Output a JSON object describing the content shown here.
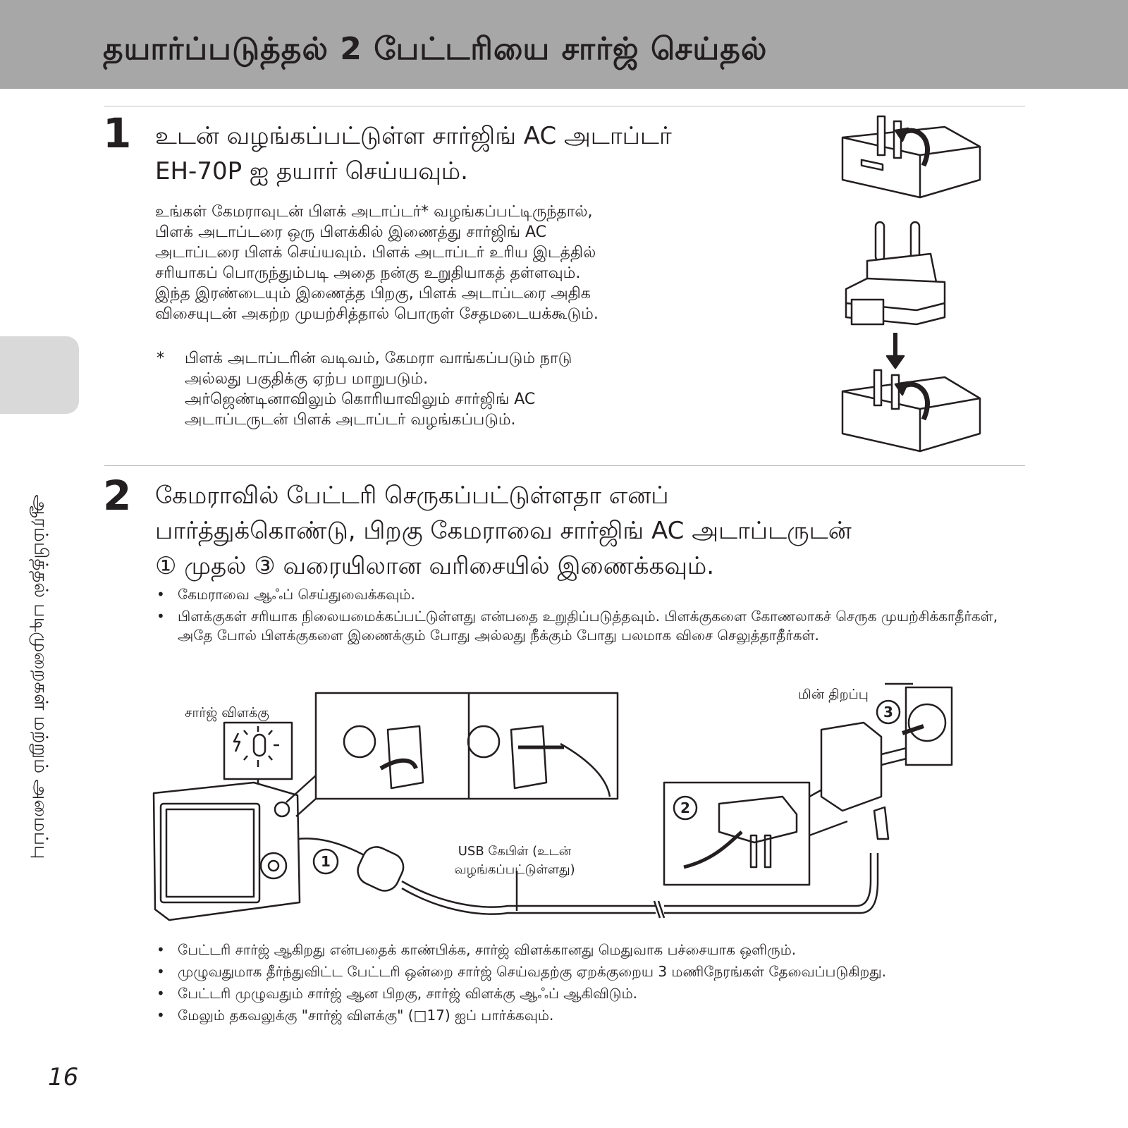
{
  "header": {
    "title": "தயார்ப்படுத்தல் 2 பேட்டரியை சார்ஜ் செய்தல்"
  },
  "side": {
    "label": "ஆரம்பித்தல் படிமுறைகள் மற்றும் அமைப்பு"
  },
  "step1": {
    "number": "1",
    "heading_lines": [
      "உடன் வழங்கப்பட்டுள்ள சார்ஜிங் AC அடாப்டர்",
      "EH-70P ஐ தயார் செய்யவும்."
    ],
    "body_lines": [
      "உங்கள் கேமராவுடன் பிளக் அடாப்டர்* வழங்கப்பட்டிருந்தால்,",
      "பிளக் அடாப்டரை ஒரு பிளக்கில் இணைத்து சார்ஜிங் AC",
      "அடாப்டரை பிளக் செய்யவும். பிளக் அடாப்டர் உரிய இடத்தில்",
      "சரியாகப் பொருந்தும்படி அதை நன்கு உறுதியாகத் தள்ளவும்.",
      "இந்த இரண்டையும் இணைத்த பிறகு, பிளக் அடாப்டரை அதிக",
      "விசையுடன் அகற்ற முயற்சித்தால் பொருள் சேதமடையக்கூடும்."
    ],
    "footnote_mark": "*",
    "footnote_lines": [
      "பிளக் அடாப்டரின் வடிவம், கேமரா வாங்கப்படும் நாடு",
      "அல்லது பகுதிக்கு ஏற்ப மாறுபடும்.",
      "அர்ஜெண்டினாவிலும் கொரியாவிலும் சார்ஜிங் AC",
      "அடாப்டருடன் பிளக் அடாப்டர் வழங்கப்படும்."
    ]
  },
  "step2": {
    "number": "2",
    "heading_lines": [
      "கேமராவில் பேட்டரி செருகப்பட்டுள்ளதா எனப்",
      "பார்த்துக்கொண்டு, பிறகு கேமராவை சார்ஜிங் AC அடாப்டருடன்",
      "① முதல் ③ வரையிலான வரிசையில் இணைக்கவும்."
    ],
    "bullets": [
      "கேமராவை ஆஃப் செய்துவைக்கவும்.",
      "பிளக்குகள் சரியாக நிலையமைக்கப்பட்டுள்ளது என்பதை உறுதிப்படுத்தவும். பிளக்குகளை கோணலாகச் செருக முயற்சிக்காதீர்கள், அதே போல் பிளக்குகளை இணைக்கும் போது அல்லது நீக்கும் போது பலமாக விசை செலுத்தாதீர்கள்."
    ],
    "bullets_after": [
      "பேட்டரி சார்ஜ் ஆகிறது என்பதைக் காண்பிக்க, சார்ஜ் விளக்கானது மெதுவாக பச்சையாக ஒளிரும்.",
      "முழுவதுமாக தீர்ந்துவிட்ட பேட்டரி ஒன்றை சார்ஜ் செய்வதற்கு ஏறக்குறைய 3 மணிநேரங்கள் தேவைப்படுகிறது.",
      "பேட்டரி முழுவதும் சார்ஜ் ஆன பிறகு, சார்ஜ் விளக்கு ஆஃப் ஆகிவிடும்.",
      "மேலும் தகவலுக்கு \"சார்ஜ் விளக்கு\" (□17) ஐப் பார்க்கவும்."
    ]
  },
  "diagram": {
    "charge_lamp_label": "சார்ஜ் விளக்கு",
    "outlet_label": "மின் திறப்பு",
    "cable_label_lines": [
      "USB கேபிள் (உடன்",
      "வழங்கப்பட்டுள்ளது)"
    ],
    "markers": [
      "1",
      "2",
      "3"
    ]
  },
  "page_number": "16"
}
